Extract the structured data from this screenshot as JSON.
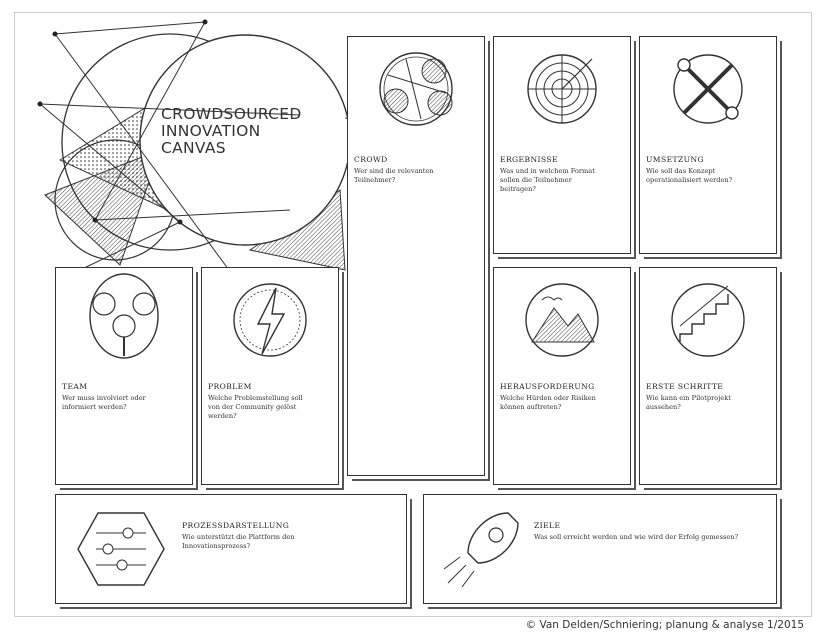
{
  "canvas": {
    "title_lines": [
      "CROWDSOURCED",
      "INNOVATION",
      "CANVAS"
    ]
  },
  "boxes": {
    "crowd": {
      "title": "CROWD",
      "question": "Wer sind die relevanten Teilnehmer?"
    },
    "ergebnisse": {
      "title": "ERGEBNISSE",
      "question": "Was und in welchem Format sollen die Teilnehmer beitragen?"
    },
    "umsetzung": {
      "title": "UMSETZUNG",
      "question": "Wie soll das Konzept operationalisiert werden?"
    },
    "team": {
      "title": "TEAM",
      "question": "Wer muss involviert oder informiert werden?"
    },
    "problem": {
      "title": "PROBLEM",
      "question": "Welche Problemstellung soll von der Community gelöst werden?"
    },
    "herausforderung": {
      "title": "HERAUSFORDERUNG",
      "question": "Welche Hürden oder Risiken können auftreten?"
    },
    "erste_schritte": {
      "title": "ERSTE SCHRITTE",
      "question": "Wie kann ein Pilotprojekt aussehen?"
    },
    "prozessdarstellung": {
      "title": "PROZESSDARSTELLUNG",
      "question": "Wie unterstützt die Plattform den Innovationsprozess?"
    },
    "ziele": {
      "title": "ZIELE",
      "question": "Was soll erreicht werden und wie wird der Erfolg gemessen?"
    }
  },
  "icons": {
    "crowd": "crowd-spheres-icon",
    "ergebnisse": "target-arrow-icon",
    "umsetzung": "wrench-screwdriver-icon",
    "team": "team-people-icon",
    "problem": "lightning-icon",
    "herausforderung": "mountain-landscape-icon",
    "erste_schritte": "stairs-icon",
    "prozessdarstellung": "sliders-hexagon-icon",
    "ziele": "rocket-icon"
  },
  "copyright": "© Van Delden/Schniering; planung & analyse 1/2015",
  "colors": {
    "line": "#333333",
    "hatch": "#555555",
    "background": "#ffffff"
  }
}
